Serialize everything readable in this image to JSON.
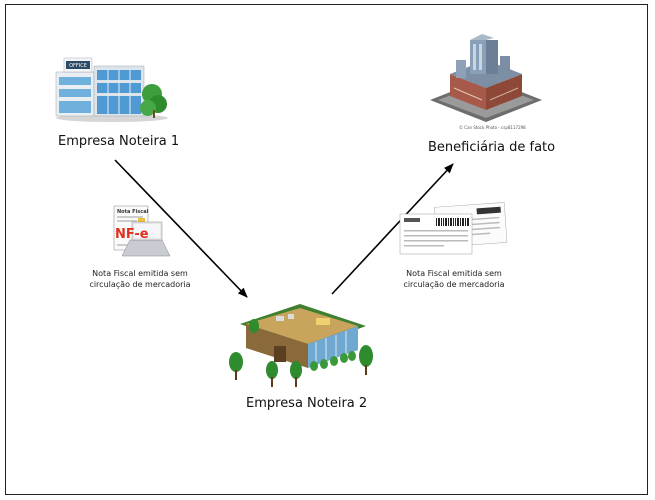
{
  "nodes": {
    "empresa1": {
      "label": "Empresa Noteira 1",
      "icon": "office-building-icon"
    },
    "beneficiaria": {
      "label": "Beneficiária de fato",
      "icon": "factory-building-icon",
      "credit": "© Can Stock Photo - csp8117298"
    },
    "empresa2": {
      "label": "Empresa Noteira 2",
      "icon": "warehouse-building-icon"
    }
  },
  "notes": {
    "left": {
      "line1": "Nota Fiscal emitida sem",
      "line2": "circulação de mercadoria",
      "icon": "nfe-laptop-icon",
      "doc_title": "Nota Fiscal",
      "badge": "NF-e"
    },
    "right": {
      "line1": "Nota Fiscal emitida sem",
      "line2": "circulação de mercadoria",
      "icon": "invoice-documents-icon"
    }
  },
  "building_sign": "OFFICE",
  "colors": {
    "arrow": "#000000",
    "nfe_red": "#e0301e",
    "glass": "#5fa8d8",
    "tree": "#2e8b2e"
  }
}
